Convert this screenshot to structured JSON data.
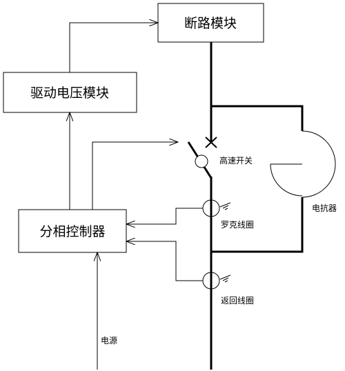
{
  "blocks": {
    "breaker": "断路模块",
    "driver": "驱动电压模块",
    "controller": "分相控制器"
  },
  "labels": {
    "high_speed_switch": "高速开关",
    "reactor": "电抗器",
    "rogowski_coil": "罗克线圈",
    "return_coil": "返回线圈",
    "power": "电源"
  },
  "colors": {
    "stroke": "#000000",
    "background": "#ffffff"
  }
}
